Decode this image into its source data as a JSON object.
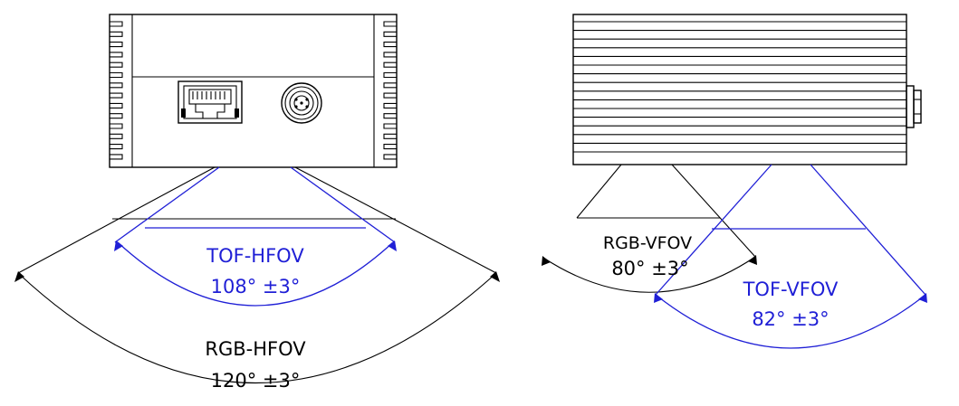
{
  "front_view": {
    "tof_hfov": {
      "name": "TOF-HFOV",
      "angle": "108° ±3°",
      "color": "#1f1fd6"
    },
    "rgb_hfov": {
      "name": "RGB-HFOV",
      "angle": "120° ±3°",
      "color": "#000000"
    }
  },
  "side_view": {
    "rgb_vfov": {
      "name": "RGB-VFOV",
      "angle": "80° ±3°",
      "color": "#000000"
    },
    "tof_vfov": {
      "name": "TOF-VFOV",
      "angle": "82° ±3°",
      "color": "#1f1fd6"
    }
  }
}
